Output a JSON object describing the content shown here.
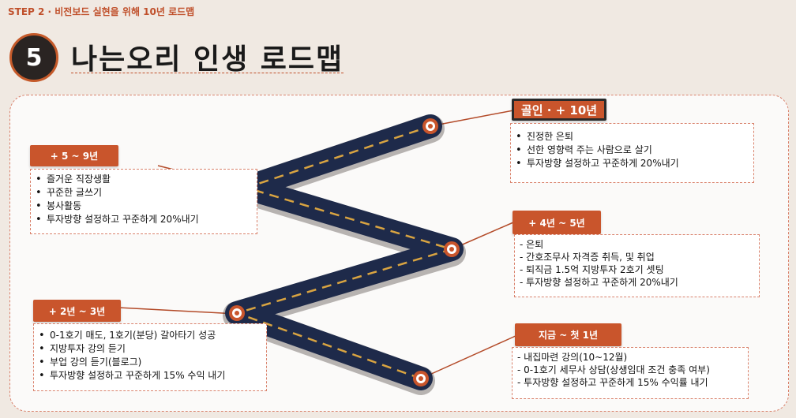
{
  "header": {
    "step": "STEP 2 · 비전보드 실현을 위해 10년 로드맵"
  },
  "title": {
    "number": "5",
    "text": "나는오리 인생 로드맵"
  },
  "phases": {
    "goal": {
      "label": "골인 · + 10년",
      "items": [
        "진정한 은퇴",
        "선한 영향력 주는 사람으로 살기",
        "투자방향 설정하고 꾸준하게 20%내기"
      ]
    },
    "year5to9": {
      "label": "+ 5 ~ 9년",
      "items": [
        "즐거운 직장생활",
        "꾸준한 글쓰기",
        "봉사활동",
        "투자방향 설정하고 꾸준하게 20%내기"
      ]
    },
    "year4to5": {
      "label": "+ 4년 ~ 5년",
      "items": [
        "은퇴",
        "간호조무사 자격증 취득, 및 취업",
        "퇴직금 1.5억 지방투자 2호기 셋팅",
        "투자방향 설정하고 꾸준하게 20%내기"
      ]
    },
    "year2to3": {
      "label": "+ 2년 ~ 3년",
      "items": [
        "0-1호기 매도, 1호기(분당) 갈아타기 성공",
        "지방투자 강의 듣기",
        "부업 강의 듣기(블로그)",
        "투자방향 설정하고 꾸준하게 15% 수익 내기"
      ]
    },
    "now": {
      "label": "지금 ~ 첫 1년",
      "items": [
        "내집마련 강의(10~12월)",
        "0-1호기 세무사 상담(상생임대 조건 충족 여부)",
        "투자방향 설정하고 꾸준하게 15% 수익률 내기"
      ]
    }
  },
  "colors": {
    "accent": "#c9552c",
    "road": "#1e2a4a",
    "road_dash": "#d9a441",
    "panel_border": "#d9826c"
  }
}
